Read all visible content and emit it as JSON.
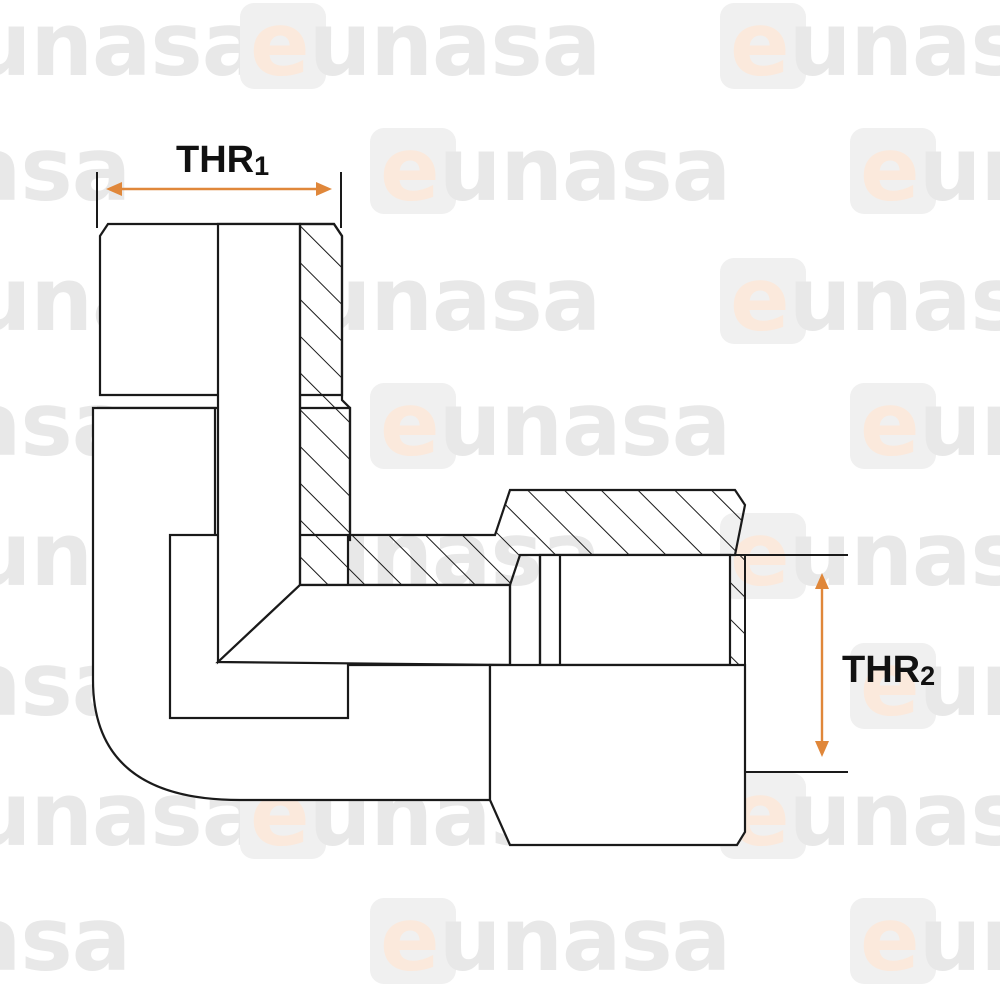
{
  "watermark": {
    "text": "eunasa",
    "letter_e": "e",
    "rest": "unasa"
  },
  "dimensions": {
    "thr1": {
      "label": "THR",
      "subscript": "1"
    },
    "thr2": {
      "label": "THR",
      "subscript": "2"
    }
  },
  "colors": {
    "arrow": "#e0873a",
    "outline": "#1a1a1a",
    "watermark_text": "#e8e8e8",
    "watermark_e": "#fbe9dc"
  }
}
